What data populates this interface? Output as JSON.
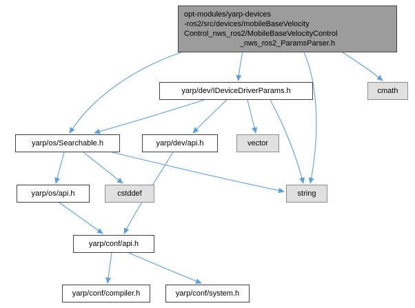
{
  "diagram": {
    "type": "include-dependency-graph",
    "main_node": {
      "full_label": "opt-modules/yarp-devices-ros2/src/devices/mobileBaseVelocityControl_nws_ros2/MobileBaseVelocityControl_nws_ros2_ParamsParser.h",
      "lines": [
        "opt-modules/yarp-devices",
        "-ros2/src/devices/mobileBaseVelocity",
        "Control_nws_ros2/MobileBaseVelocityControl",
        "_nws_ros2_ParamsParser.h"
      ]
    },
    "nodes": {
      "idevicedriverparams": {
        "label": "yarp/dev/IDeviceDriverParams.h",
        "kind": "header"
      },
      "cmath": {
        "label": "cmath",
        "kind": "system"
      },
      "searchable": {
        "label": "yarp/os/Searchable.h",
        "kind": "header"
      },
      "dev_api": {
        "label": "yarp/dev/api.h",
        "kind": "header"
      },
      "vector": {
        "label": "vector",
        "kind": "system"
      },
      "os_api": {
        "label": "yarp/os/api.h",
        "kind": "header"
      },
      "cstddef": {
        "label": "cstddef",
        "kind": "system"
      },
      "string": {
        "label": "string",
        "kind": "system"
      },
      "conf_api": {
        "label": "yarp/conf/api.h",
        "kind": "header"
      },
      "compiler": {
        "label": "yarp/conf/compiler.h",
        "kind": "header"
      },
      "system": {
        "label": "yarp/conf/system.h",
        "kind": "header"
      }
    },
    "edges": [
      {
        "from": "main",
        "to": "idevicedriverparams"
      },
      {
        "from": "main",
        "to": "cmath"
      },
      {
        "from": "main",
        "to": "searchable"
      },
      {
        "from": "main",
        "to": "string"
      },
      {
        "from": "idevicedriverparams",
        "to": "searchable"
      },
      {
        "from": "idevicedriverparams",
        "to": "dev_api"
      },
      {
        "from": "idevicedriverparams",
        "to": "vector"
      },
      {
        "from": "idevicedriverparams",
        "to": "string"
      },
      {
        "from": "searchable",
        "to": "os_api"
      },
      {
        "from": "searchable",
        "to": "cstddef"
      },
      {
        "from": "searchable",
        "to": "string"
      },
      {
        "from": "os_api",
        "to": "conf_api"
      },
      {
        "from": "dev_api",
        "to": "conf_api"
      },
      {
        "from": "conf_api",
        "to": "compiler"
      },
      {
        "from": "conf_api",
        "to": "system"
      }
    ],
    "colors": {
      "edge": "#5e9fdc",
      "node-fill": "#ffffff",
      "node-border": "#404040",
      "system-fill": "#e0e0e0",
      "system-border": "#8c8c8c",
      "main-fill": "#9c9c9c",
      "background": "#ffffff"
    }
  }
}
